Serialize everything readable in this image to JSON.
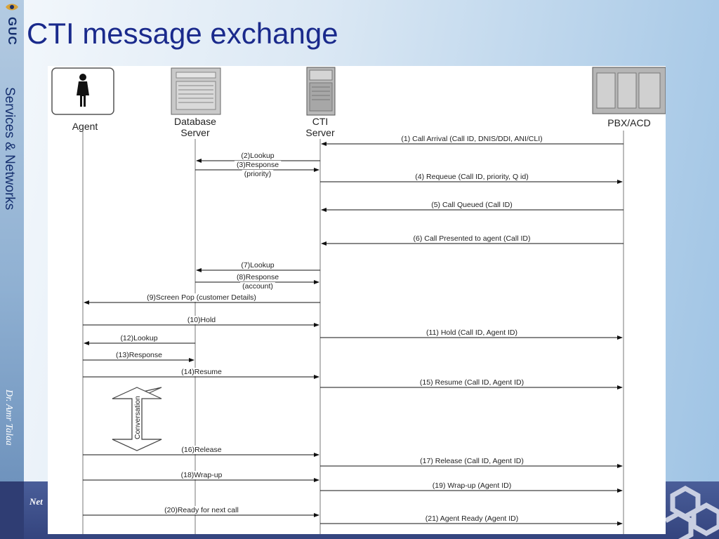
{
  "slide": {
    "title": "CTI message exchange",
    "side_label": "Services & Networks",
    "author": "Dr. Amr Talaa",
    "footer_text": "Net",
    "logo_text": "GUC"
  },
  "diagram": {
    "actors": [
      {
        "id": "agent",
        "label": "Agent"
      },
      {
        "id": "db",
        "label_line1": "Database",
        "label_line2": "Server"
      },
      {
        "id": "cti",
        "label_line1": "CTI",
        "label_line2": "Server"
      },
      {
        "id": "pbx",
        "label": "PBX/ACD"
      }
    ],
    "messages": [
      {
        "label": "(1) Call Arrival (Call ID, DNIS/DDI, ANI/CLI)",
        "from": "pbx",
        "to": "cti"
      },
      {
        "label": "(2)Lookup",
        "from": "cti",
        "to": "db"
      },
      {
        "label_line1": "(3)Response",
        "label_line2": "(priority)",
        "from": "db",
        "to": "cti"
      },
      {
        "label": "(4) Requeue (Call ID, priority, Q id)",
        "from": "cti",
        "to": "pbx"
      },
      {
        "label": "(5) Call Queued (Call ID)",
        "from": "pbx",
        "to": "cti"
      },
      {
        "label": "(6) Call Presented to agent (Call ID)",
        "from": "pbx",
        "to": "cti"
      },
      {
        "label": "(7)Lookup",
        "from": "cti",
        "to": "db"
      },
      {
        "label_line1": "(8)Response",
        "label_line2": "(account)",
        "from": "db",
        "to": "cti"
      },
      {
        "label": "(9)Screen Pop (customer Details)",
        "from": "cti",
        "to": "agent"
      },
      {
        "label": "(10)Hold",
        "from": "agent",
        "to": "cti"
      },
      {
        "label": "(11) Hold (Call ID, Agent ID)",
        "from": "cti",
        "to": "pbx"
      },
      {
        "label": "(12)Lookup",
        "from": "db",
        "to": "agent"
      },
      {
        "label": "(13)Response",
        "from": "agent",
        "to": "db"
      },
      {
        "label": "(14)Resume",
        "from": "agent",
        "to": "cti"
      },
      {
        "label": "(15) Resume (Call ID, Agent ID)",
        "from": "cti",
        "to": "pbx"
      },
      {
        "label": "(16)Release",
        "from": "agent",
        "to": "cti"
      },
      {
        "label": "(17) Release (Call ID, Agent ID)",
        "from": "cti",
        "to": "pbx"
      },
      {
        "label": "(18)Wrap-up",
        "from": "agent",
        "to": "cti"
      },
      {
        "label": "(19) Wrap-up (Agent ID)",
        "from": "cti",
        "to": "pbx"
      },
      {
        "label": "(20)Ready for next call",
        "from": "agent",
        "to": "cti"
      },
      {
        "label": "(21) Agent Ready (Agent ID)",
        "from": "cti",
        "to": "pbx"
      }
    ],
    "conversation_label": "Conversation"
  }
}
